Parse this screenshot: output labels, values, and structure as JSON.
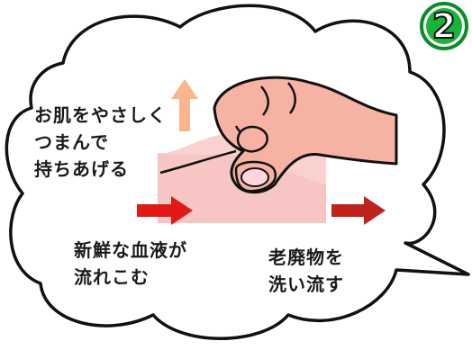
{
  "badge": {
    "number": "2",
    "color": "#19b33a"
  },
  "labels": {
    "lift_line1": "お肌をやさしく",
    "lift_line2": "つまんで",
    "lift_line3": "持ちあげる",
    "fresh_line1": "新鮮な血液が",
    "fresh_line2": "流れこむ",
    "waste_line1": "老廃物を",
    "waste_line2": "洗い流す"
  },
  "colors": {
    "skin": "#f7c6c4",
    "hand": "#f6b3a3",
    "arrow_up": "#f9b68a",
    "arrow_red": "#e01a16",
    "arrow_dark": "#c0231e"
  }
}
